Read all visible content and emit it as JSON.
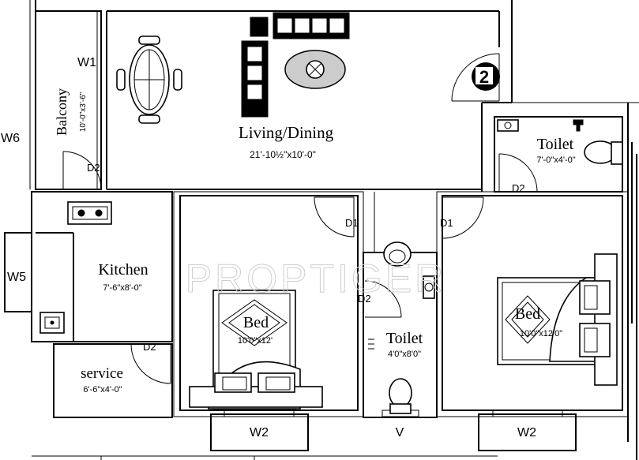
{
  "watermark": "PROPTIGER",
  "rooms": {
    "balcony": {
      "name": "Balcony",
      "dims": "10'-0\"x3'-6\""
    },
    "living_dining": {
      "name": "Living/Dining",
      "dims": "21'-10½\"x10'-0\""
    },
    "toilet_top": {
      "name": "Toilet",
      "dims": "7'-0\"x4'-0\""
    },
    "kitchen": {
      "name": "Kitchen",
      "dims": "7'-6\"x8'-0\""
    },
    "service": {
      "name": "service",
      "dims": "6'-6\"x4'-0\""
    },
    "bed_left": {
      "name": "Bed",
      "dims": "10'0\"x12'"
    },
    "toilet_mid": {
      "name": "Toilet",
      "dims": "4'0\"x8'0\""
    },
    "bed_right": {
      "name": "Bed",
      "dims": "10'0\"x12'0\""
    }
  },
  "doors": {
    "balcony": "D2",
    "toilet_top": "D2",
    "bed_left": "D1",
    "bed_right": "D1",
    "toilet_mid": "D2",
    "service": "D2"
  },
  "windows": {
    "living_w1": "W1",
    "balcony_w6": "W6",
    "kitchen_w5": "W5",
    "bed_left_w2": "W2",
    "toilet_v": "V",
    "bed_right_w2": "W2"
  },
  "entrance_marker": "2"
}
